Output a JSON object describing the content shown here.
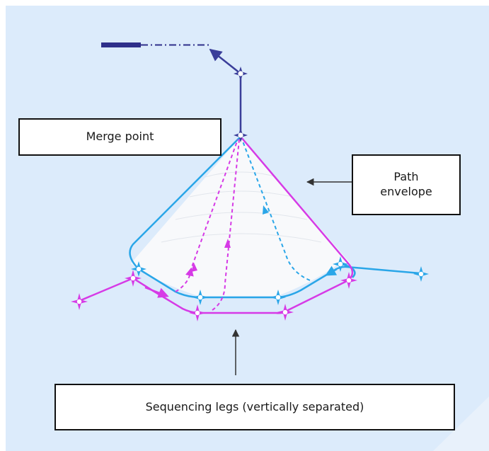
{
  "labels": {
    "merge_point": "Merge point",
    "path_envelope": "Path\nenvelope",
    "sequencing_legs": "Sequencing legs (vertically separated)"
  },
  "colors": {
    "background": "#dcebfb",
    "background_corner": "#e8f1fb",
    "envelope_fill": "#f6f8fb",
    "blue_leg": "#2aa6e8",
    "magenta_leg": "#d63ae6",
    "final_approach": "#3a3e9a",
    "runway": "#2e2f8a",
    "callout_border": "#111111",
    "arrow": "#333333"
  },
  "icons": {
    "waypoint": "four-point-star-waypoint-icon",
    "arrowhead": "arrowhead-icon"
  }
}
